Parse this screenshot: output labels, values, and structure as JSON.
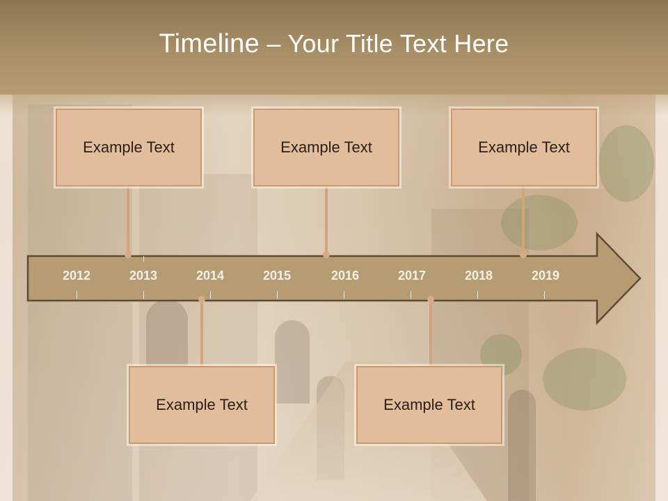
{
  "title": {
    "lead": "Timeline",
    "rest": " – Your Title Text Here"
  },
  "timeline": {
    "years": [
      "2012",
      "2013",
      "2014",
      "2015",
      "2016",
      "2017",
      "2018",
      "2019"
    ]
  },
  "events": {
    "top": [
      {
        "label": "Example Text"
      },
      {
        "label": "Example Text"
      },
      {
        "label": "Example Text"
      }
    ],
    "bottom": [
      {
        "label": "Example Text"
      },
      {
        "label": "Example Text"
      }
    ]
  },
  "colors": {
    "header": "#a88f66",
    "arrow_fill": "#b59c72",
    "arrow_border": "#5e4a33",
    "box_fill": "#e2bd9b",
    "connector": "#d2a47c"
  }
}
